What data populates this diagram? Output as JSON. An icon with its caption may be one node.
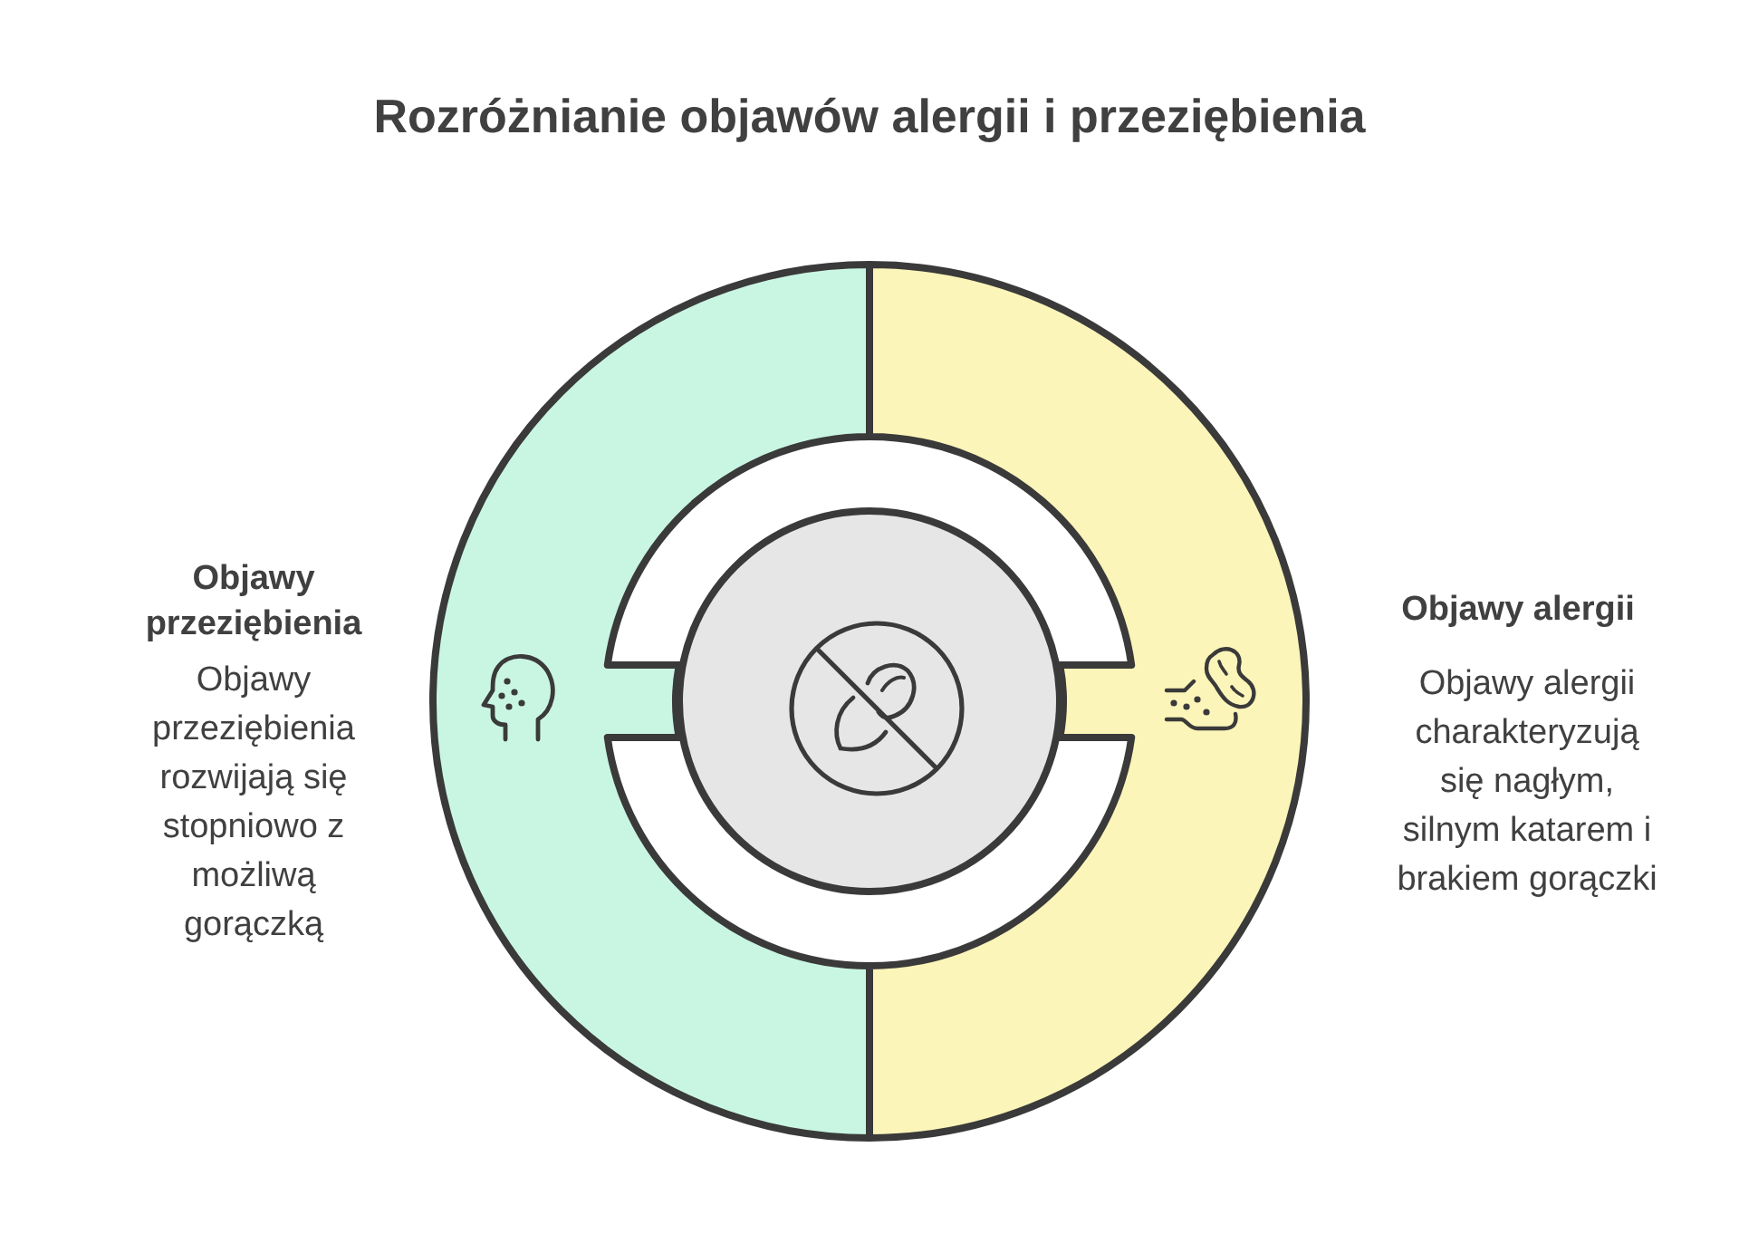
{
  "diagram": {
    "title": "Rozróżnianie objawów alergii i przeziębienia",
    "nodes": [
      {
        "text": [
          "Objawy przeziębienia",
          "Objawy przeziębienia rozwijają się stopniowo z możliwą gorączką"
        ]
      },
      {
        "text": [],
        "shape": "circle"
      },
      {
        "text": [
          "Objawy alergii",
          "Objawy alergii charakteryzują się nagłym, silnym katarem i brakiem gorączki"
        ]
      }
    ]
  }
}
